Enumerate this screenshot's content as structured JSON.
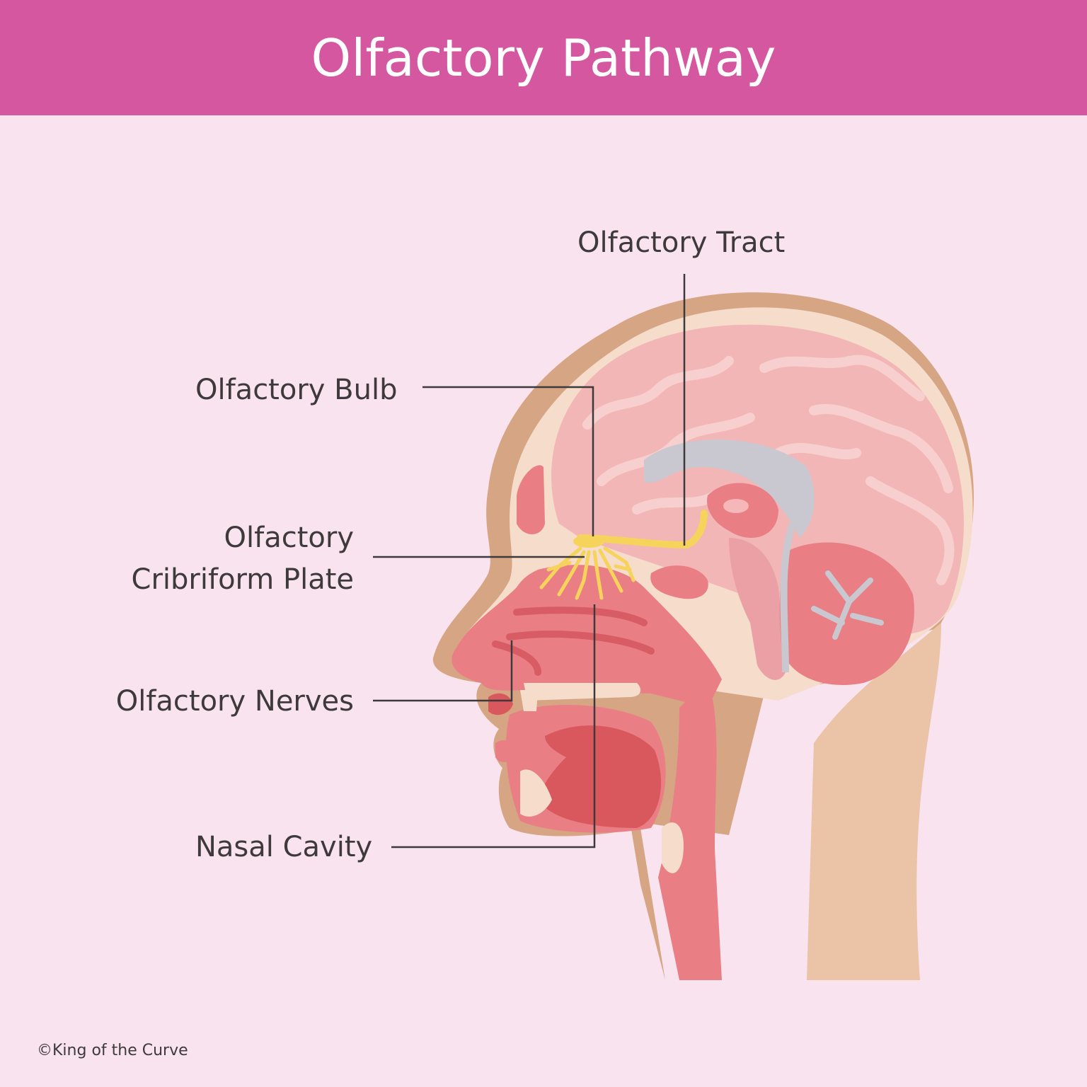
{
  "title": "Olfactory Pathway",
  "labels": {
    "tract": "Olfactory Tract",
    "bulb": "Olfactory Bulb",
    "plate_line1": "Olfactory",
    "plate_line2": "Cribriform Plate",
    "nerves": "Olfactory Nerves",
    "cavity": "Nasal Cavity"
  },
  "copyright": "©King of the Curve",
  "colors": {
    "banner": "#d5579f",
    "background": "#f9e3ee",
    "skin": "#d6a584",
    "brain": "#f2b6b6",
    "nerve": "#f6d35b",
    "leader_line": "#3e3a3c"
  }
}
